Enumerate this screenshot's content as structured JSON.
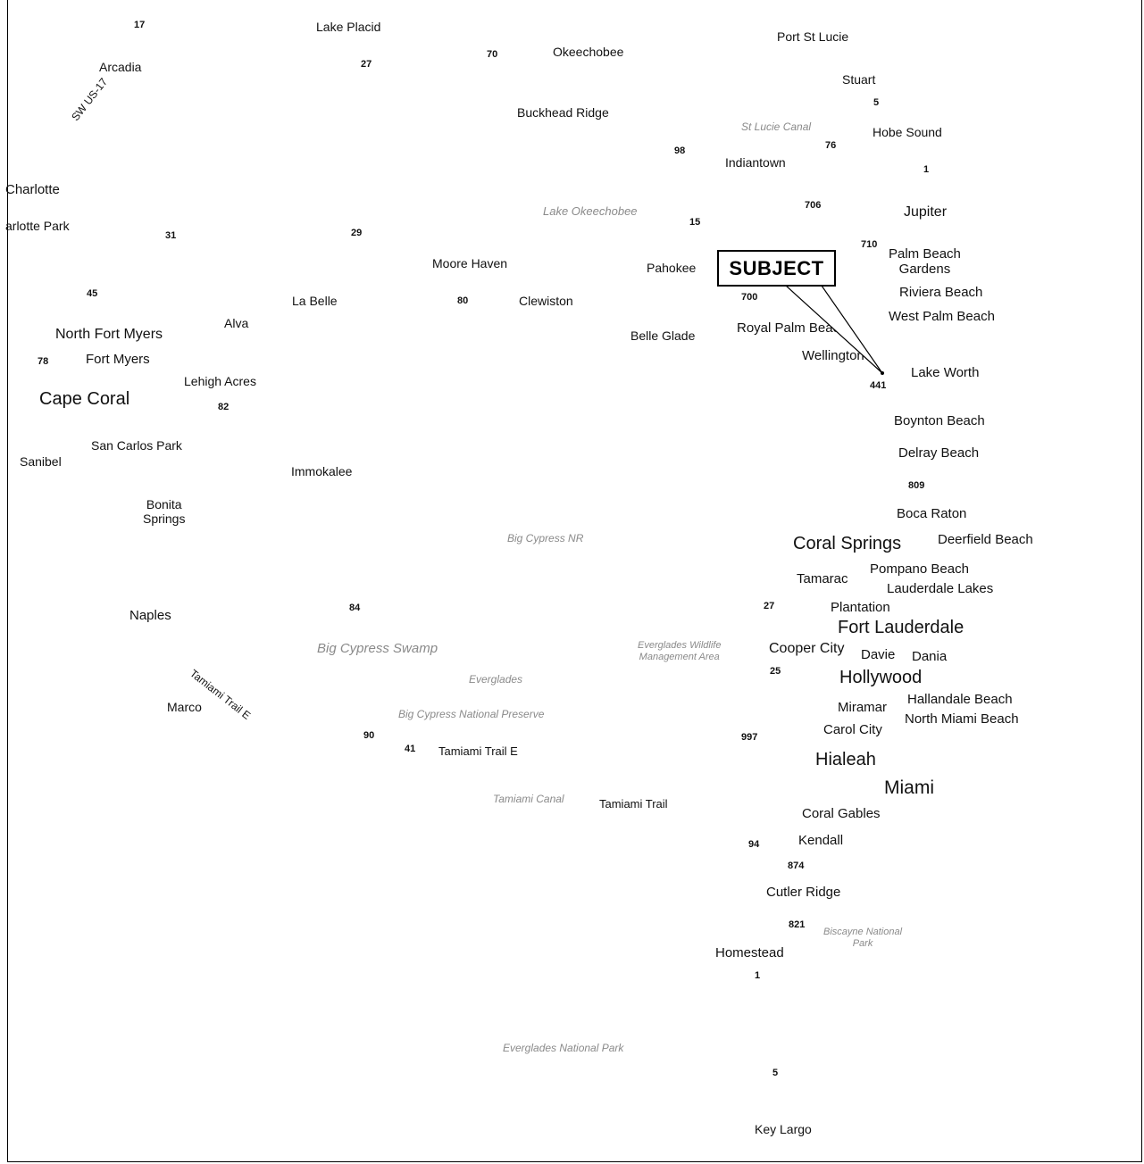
{
  "marker": {
    "label": "SUBJECT"
  },
  "places": [
    {
      "t": "17",
      "cls": "hwy"
    },
    {
      "t": "Lake Placid",
      "s": 14
    },
    {
      "t": "27",
      "cls": "hwy"
    },
    {
      "t": "Arcadia",
      "s": 14
    },
    {
      "t": "70",
      "cls": "hwy"
    },
    {
      "t": "Okeechobee",
      "s": 14
    },
    {
      "t": "Port St Lucie",
      "s": 14
    },
    {
      "t": "Stuart",
      "s": 14
    },
    {
      "t": "5",
      "cls": "hwy"
    },
    {
      "t": "Buckhead Ridge",
      "s": 14
    },
    {
      "t": "Hobe Sound",
      "s": 14
    },
    {
      "t": "SW US-17",
      "s": 12,
      "rot": -52
    },
    {
      "t": "St Lucie Canal",
      "s": 12,
      "cls": "faint"
    },
    {
      "t": "76",
      "cls": "hwy"
    },
    {
      "t": "98",
      "cls": "hwy"
    },
    {
      "t": "Indiantown",
      "s": 14
    },
    {
      "t": "1",
      "cls": "hwy"
    },
    {
      "t": "Charlotte",
      "s": 15
    },
    {
      "t": "706",
      "cls": "hwy"
    },
    {
      "t": "Jupiter",
      "s": 16
    },
    {
      "t": "Lake Okeechobee",
      "s": 13,
      "cls": "faint"
    },
    {
      "t": "15",
      "cls": "hwy"
    },
    {
      "t": "arlotte Park",
      "s": 14
    },
    {
      "t": "31",
      "cls": "hwy"
    },
    {
      "t": "29",
      "cls": "hwy"
    },
    {
      "t": "710",
      "cls": "hwy"
    },
    {
      "t": "Palm Beach\nGardens",
      "s": 15,
      "cls": "multi"
    },
    {
      "t": "Moore Haven",
      "s": 14
    },
    {
      "t": "Pahokee",
      "s": 14
    },
    {
      "t": "45",
      "cls": "hwy"
    },
    {
      "t": "La Belle",
      "s": 14
    },
    {
      "t": "80",
      "cls": "hwy"
    },
    {
      "t": "Clewiston",
      "s": 14
    },
    {
      "t": "700",
      "cls": "hwy"
    },
    {
      "t": "Riviera Beach",
      "s": 15
    },
    {
      "t": "West Palm Beach",
      "s": 15
    },
    {
      "t": "Alva",
      "s": 14
    },
    {
      "t": "North Fort Myers",
      "s": 16
    },
    {
      "t": "Belle Glade",
      "s": 14
    },
    {
      "t": "Royal Palm Beach",
      "s": 15
    },
    {
      "t": "78",
      "cls": "hwy"
    },
    {
      "t": "Fort Myers",
      "s": 15
    },
    {
      "t": "Wellington",
      "s": 15
    },
    {
      "t": "Lake Worth",
      "s": 15
    },
    {
      "t": "Lehigh Acres",
      "s": 14
    },
    {
      "t": "441",
      "cls": "hwy"
    },
    {
      "t": "Cape Coral",
      "s": 20
    },
    {
      "t": "82",
      "cls": "hwy"
    },
    {
      "t": "Boynton Beach",
      "s": 15
    },
    {
      "t": "San Carlos Park",
      "s": 14
    },
    {
      "t": "Delray Beach",
      "s": 15
    },
    {
      "t": "Sanibel",
      "s": 14
    },
    {
      "t": "Immokalee",
      "s": 14
    },
    {
      "t": "809",
      "cls": "hwy"
    },
    {
      "t": "Bonita\nSprings",
      "s": 14,
      "cls": "multi"
    },
    {
      "t": "Boca Raton",
      "s": 15
    },
    {
      "t": "Big Cypress NR",
      "s": 12,
      "cls": "faint"
    },
    {
      "t": "Coral Springs",
      "s": 20
    },
    {
      "t": "Deerfield Beach",
      "s": 15
    },
    {
      "t": "Tamarac",
      "s": 15
    },
    {
      "t": "Pompano Beach",
      "s": 15
    },
    {
      "t": "Lauderdale Lakes",
      "s": 15
    },
    {
      "t": "Naples",
      "s": 15
    },
    {
      "t": "84",
      "cls": "hwy"
    },
    {
      "t": "27",
      "cls": "hwy"
    },
    {
      "t": "Plantation",
      "s": 15
    },
    {
      "t": "Fort Lauderdale",
      "s": 20
    },
    {
      "t": "Big Cypress Swamp",
      "s": 15,
      "cls": "faint"
    },
    {
      "t": "Tamiami Trail E",
      "s": 12,
      "rot": 38
    },
    {
      "t": "Cooper City",
      "s": 16
    },
    {
      "t": "Davie",
      "s": 15
    },
    {
      "t": "Dania",
      "s": 15
    },
    {
      "t": "25",
      "cls": "hwy"
    },
    {
      "t": "Everglades Wildlife\nManagement Area",
      "s": 11,
      "cls": "faint multi"
    },
    {
      "t": "Hollywood",
      "s": 20
    },
    {
      "t": "Everglades",
      "s": 12,
      "cls": "faint"
    },
    {
      "t": "Hallandale Beach",
      "s": 15
    },
    {
      "t": "Marco",
      "s": 14
    },
    {
      "t": "Miramar",
      "s": 15
    },
    {
      "t": "North Miami Beach",
      "s": 15
    },
    {
      "t": "Big Cypress National Preserve",
      "s": 12,
      "cls": "faint"
    },
    {
      "t": "90",
      "cls": "hwy"
    },
    {
      "t": "Carol City",
      "s": 15
    },
    {
      "t": "997",
      "cls": "hwy"
    },
    {
      "t": "41",
      "cls": "hwy"
    },
    {
      "t": "Tamiami Trail E",
      "s": 13
    },
    {
      "t": "Hialeah",
      "s": 20
    },
    {
      "t": "Miami",
      "s": 21
    },
    {
      "t": "Tamiami Canal",
      "s": 12,
      "cls": "faint"
    },
    {
      "t": "Tamiami Trail",
      "s": 13
    },
    {
      "t": "Coral Gables",
      "s": 15
    },
    {
      "t": "94",
      "cls": "hwy"
    },
    {
      "t": "Kendall",
      "s": 15
    },
    {
      "t": "874",
      "cls": "hwy"
    },
    {
      "t": "Cutler Ridge",
      "s": 15
    },
    {
      "t": "821",
      "cls": "hwy"
    },
    {
      "t": "Biscayne National\nPark",
      "s": 11,
      "cls": "faint multi"
    },
    {
      "t": "Homestead",
      "s": 15
    },
    {
      "t": "1",
      "cls": "hwy"
    },
    {
      "t": "Everglades National Park",
      "s": 12,
      "cls": "faint"
    },
    {
      "t": "5",
      "cls": "hwy"
    },
    {
      "t": "Key Largo",
      "s": 14
    }
  ]
}
